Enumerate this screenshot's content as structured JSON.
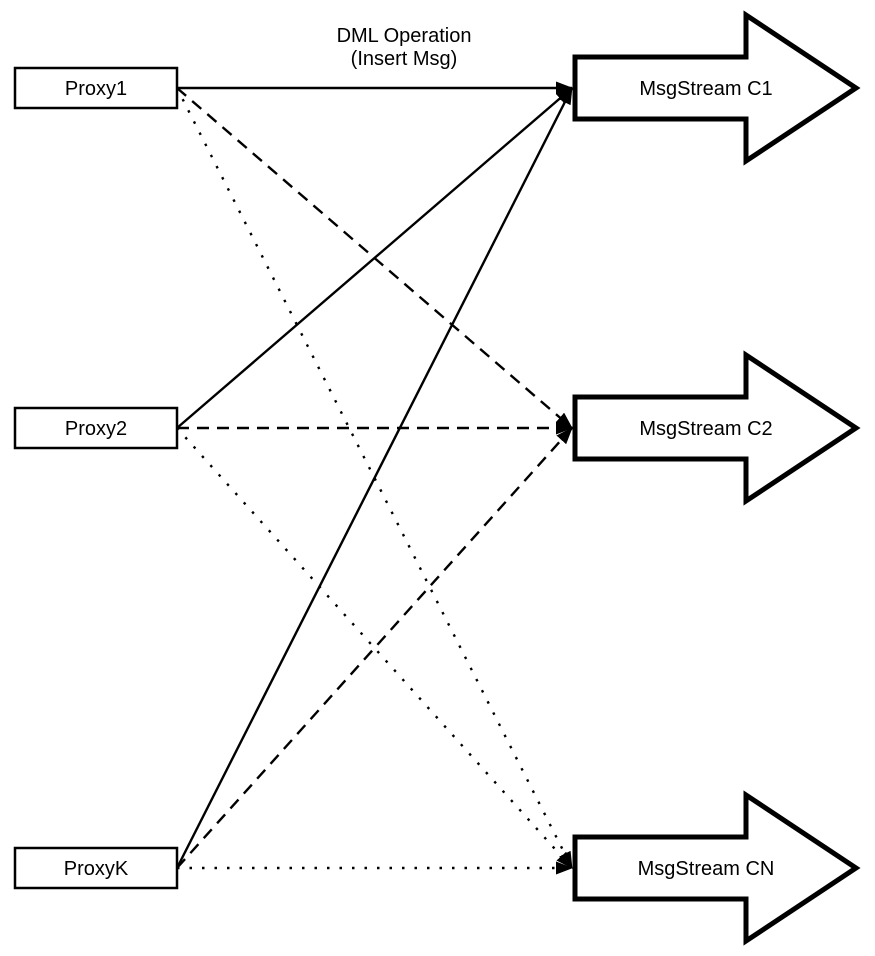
{
  "diagram": {
    "annotation": {
      "line1": "DML Operation",
      "line2": "(Insert Msg)"
    },
    "proxies": [
      {
        "id": "proxy1",
        "label": "Proxy1"
      },
      {
        "id": "proxy2",
        "label": "Proxy2"
      },
      {
        "id": "proxyk",
        "label": "ProxyK"
      }
    ],
    "streams": [
      {
        "id": "c1",
        "label": "MsgStream C1",
        "incoming_line_style": "solid"
      },
      {
        "id": "c2",
        "label": "MsgStream C2",
        "incoming_line_style": "dashed"
      },
      {
        "id": "cn",
        "label": "MsgStream CN",
        "incoming_line_style": "dotted"
      }
    ],
    "edges": [
      {
        "from": "proxy1",
        "to": "c1",
        "style": "solid"
      },
      {
        "from": "proxy2",
        "to": "c1",
        "style": "solid"
      },
      {
        "from": "proxyk",
        "to": "c1",
        "style": "solid"
      },
      {
        "from": "proxy1",
        "to": "c2",
        "style": "dashed"
      },
      {
        "from": "proxy2",
        "to": "c2",
        "style": "dashed"
      },
      {
        "from": "proxyk",
        "to": "c2",
        "style": "dashed"
      },
      {
        "from": "proxy1",
        "to": "cn",
        "style": "dotted"
      },
      {
        "from": "proxy2",
        "to": "cn",
        "style": "dotted"
      },
      {
        "from": "proxyk",
        "to": "cn",
        "style": "dotted"
      }
    ],
    "colors": {
      "stroke": "#000000",
      "fill": "#ffffff",
      "background": "#ffffff"
    }
  }
}
